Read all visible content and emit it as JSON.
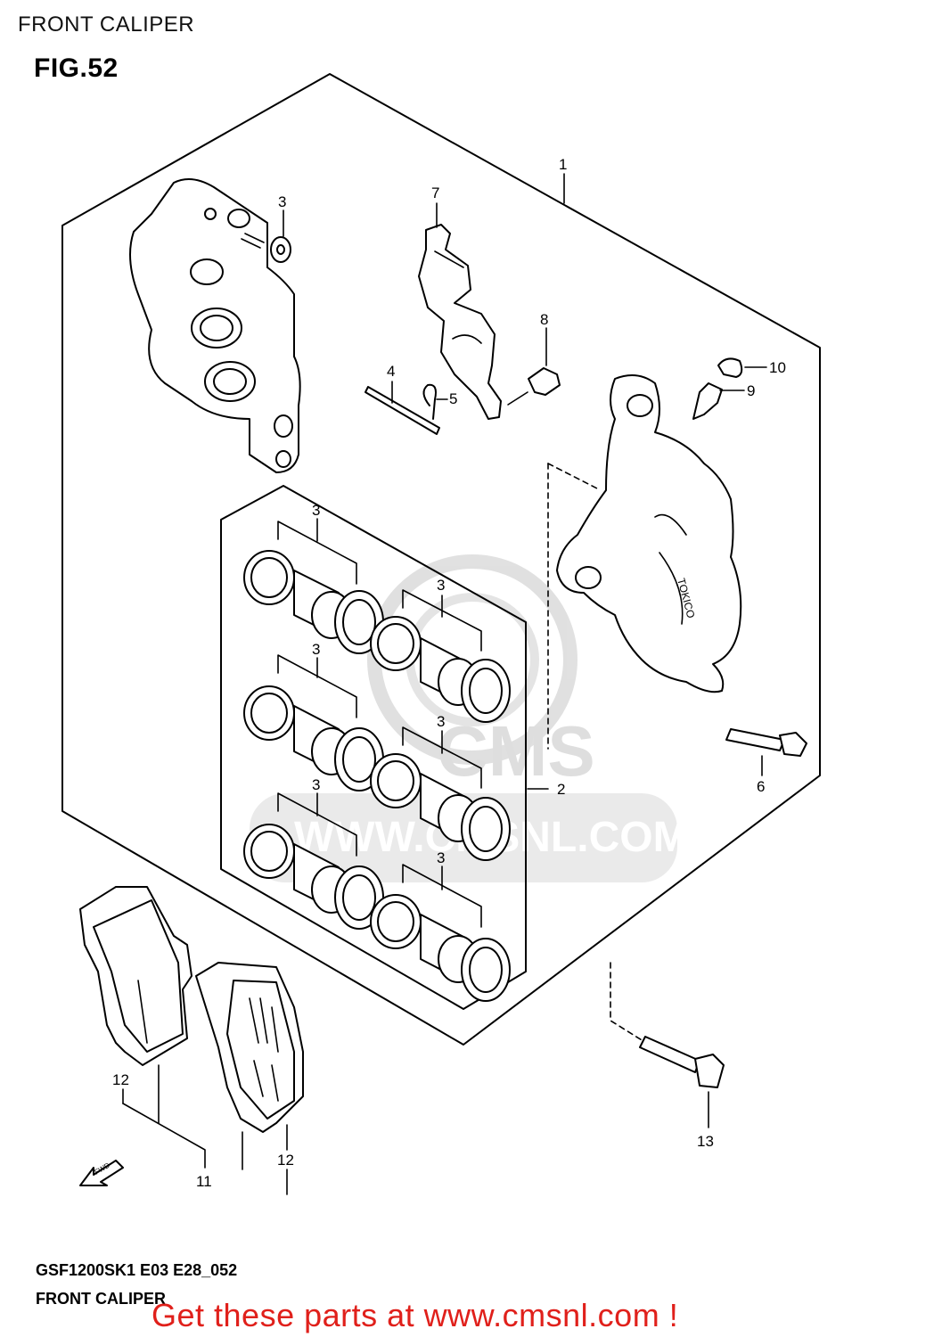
{
  "header": {
    "title": "FRONT CALIPER"
  },
  "figure": {
    "number": "FIG.52"
  },
  "callouts": {
    "caliper_assy": "1",
    "seal_set": "2",
    "seal_top_left": "3",
    "seal_set_a": "3",
    "seal_set_b": "3",
    "seal_set_c": "3",
    "seal_set_d": "3",
    "seal_set_e": "3",
    "seal_set_f": "3",
    "pin": "4",
    "clip": "5",
    "mount_bolt": "6",
    "spring": "7",
    "bleeder_screw": "8",
    "bleeder_valve": "9",
    "bleeder_cap": "10",
    "pad_set": "11",
    "shim_left": "12",
    "shim_right": "12",
    "caliper_bolt": "13"
  },
  "fwd_arrow": {
    "label": "FWD"
  },
  "watermark": {
    "text": "WWW.CMSNL.COM",
    "logo": "CMS"
  },
  "footer": {
    "code": "GSF1200SK1 E03 E28_052",
    "title": "FRONT CALIPER",
    "cta": "Get these parts at www.cmsnl.com !"
  },
  "colors": {
    "cta": "#e0201b",
    "line": "#000000",
    "watermark": "#b5b5b5"
  }
}
